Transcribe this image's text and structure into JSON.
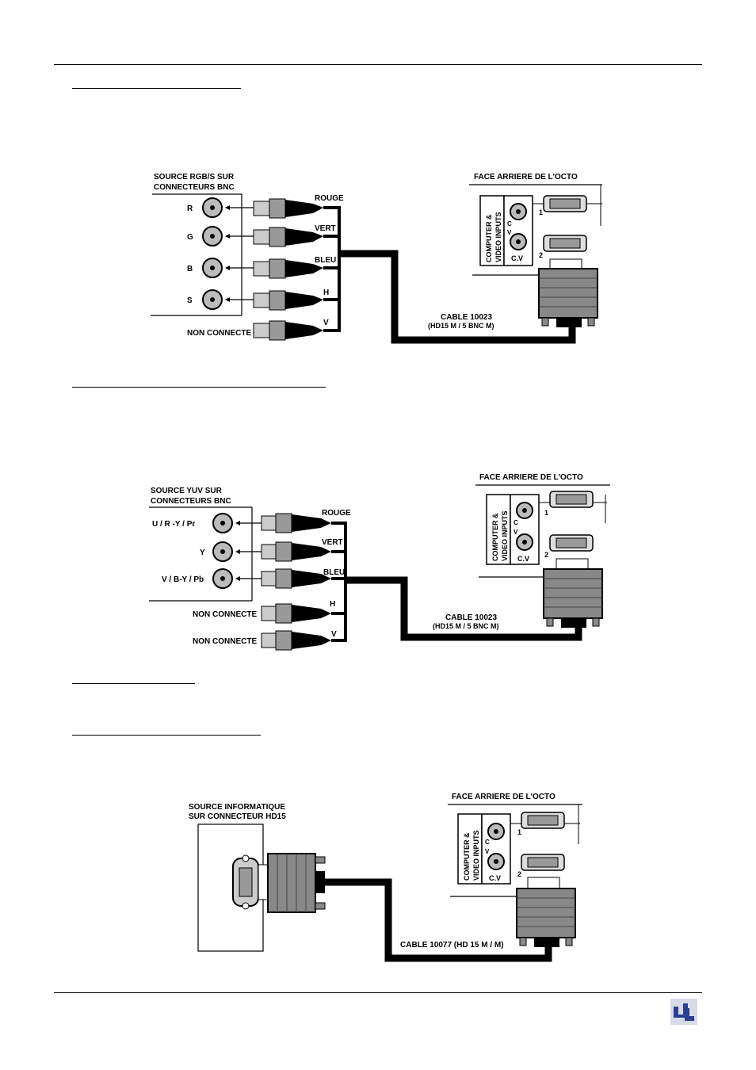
{
  "fig1": {
    "source_title": [
      "SOURCE RGB/S  SUR",
      "CONNECTEURS BNC"
    ],
    "ports": [
      "R",
      "G",
      "B",
      "S"
    ],
    "not_connected": "NON CONNECTE",
    "cable_labels": [
      "ROUGE",
      "VERT",
      "BLEU",
      "H",
      "V"
    ],
    "rear_title": "FACE ARRIERE DE L'OCTO",
    "panel_label": [
      "COMPUTER &",
      "VIDEO INPUTS"
    ],
    "input_1": "1",
    "input_2": "2",
    "cv_letters": [
      "C",
      "V"
    ],
    "cv_label": "C.V",
    "cable_name": [
      "CABLE 10023",
      "(HD15 M /  5 BNC M)"
    ]
  },
  "fig2": {
    "source_title": [
      "SOURCE YUV SUR",
      "CONNECTEURS BNC"
    ],
    "ports": [
      "U / R -Y / Pr",
      "Y",
      "V / B-Y / Pb"
    ],
    "not_connected": [
      "NON CONNECTE",
      "NON CONNECTE"
    ],
    "cable_labels": [
      "ROUGE",
      "VERT",
      "BLEU",
      "H",
      "V"
    ],
    "rear_title": "FACE ARRIERE DE L'OCTO",
    "panel_label": [
      "COMPUTER &",
      "VIDEO INPUTS"
    ],
    "input_1": "1",
    "input_2": "2",
    "cv_letters": [
      "C",
      "V"
    ],
    "cv_label": "C.V",
    "cable_name": [
      "CABLE 10023",
      "(HD15 M /  5 BNC M)"
    ]
  },
  "fig3": {
    "source_title": [
      "SOURCE INFORMATIQUE",
      "SUR CONNECTEUR HD15"
    ],
    "rear_title": "FACE ARRIERE DE L'OCTO",
    "panel_label": [
      "COMPUTER &",
      "VIDEO INPUTS"
    ],
    "input_1": "1",
    "input_2": "2",
    "cv_letters": [
      "C",
      "V"
    ],
    "cv_label": "C.V",
    "cable_name": "CABLE 10077 (HD 15 M / M)"
  }
}
